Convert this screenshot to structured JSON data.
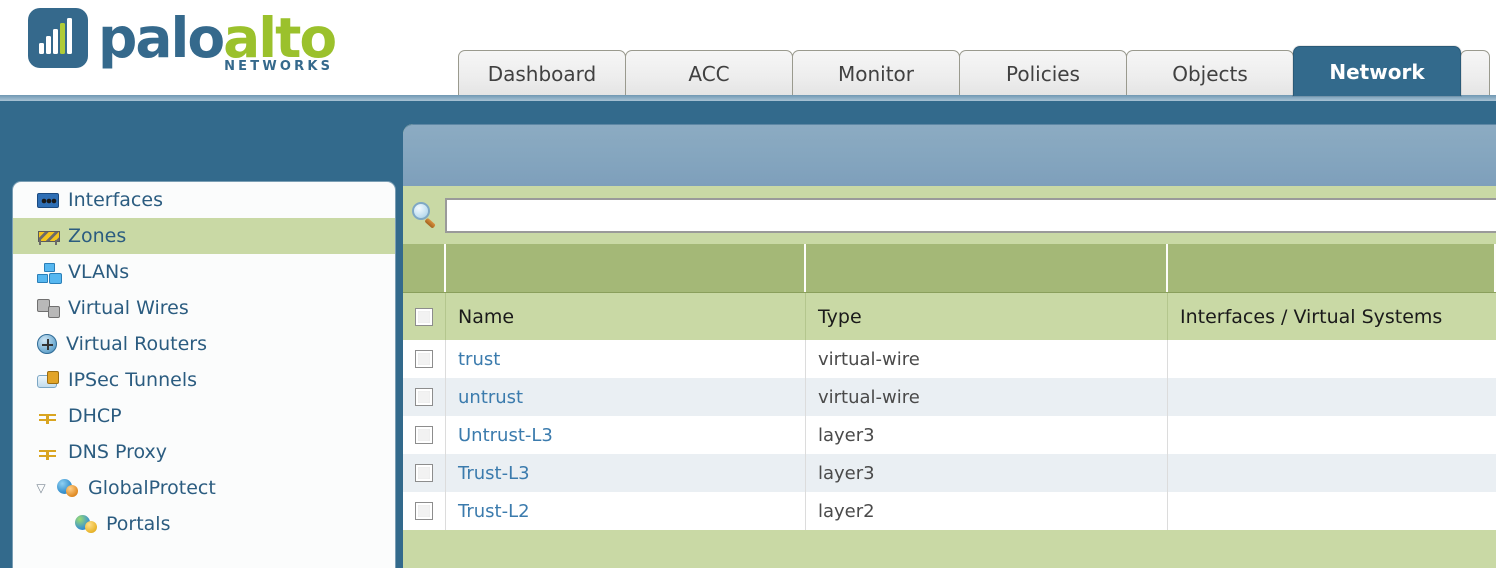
{
  "brand": {
    "name_part1": "palo",
    "name_part2": "alto",
    "tagline": "NETWORKS",
    "logo_icon": "bar-chart-logo-icon",
    "accent_blue": "#35698C",
    "accent_green": "#9BC12C"
  },
  "tabs": [
    {
      "label": "Dashboard",
      "active": false
    },
    {
      "label": "ACC",
      "active": false
    },
    {
      "label": "Monitor",
      "active": false
    },
    {
      "label": "Policies",
      "active": false
    },
    {
      "label": "Objects",
      "active": false
    },
    {
      "label": "Network",
      "active": true
    }
  ],
  "sidebar": {
    "items": [
      {
        "label": "Interfaces",
        "icon": "interfaces-icon",
        "selected": false,
        "child": false,
        "expandable": false
      },
      {
        "label": "Zones",
        "icon": "zones-icon",
        "selected": true,
        "child": false,
        "expandable": false
      },
      {
        "label": "VLANs",
        "icon": "vlans-icon",
        "selected": false,
        "child": false,
        "expandable": false
      },
      {
        "label": "Virtual Wires",
        "icon": "virtual-wires-icon",
        "selected": false,
        "child": false,
        "expandable": false
      },
      {
        "label": "Virtual Routers",
        "icon": "virtual-routers-icon",
        "selected": false,
        "child": false,
        "expandable": false
      },
      {
        "label": "IPSec Tunnels",
        "icon": "ipsec-tunnels-icon",
        "selected": false,
        "child": false,
        "expandable": false
      },
      {
        "label": "DHCP",
        "icon": "dhcp-icon",
        "selected": false,
        "child": false,
        "expandable": false
      },
      {
        "label": "DNS Proxy",
        "icon": "dns-proxy-icon",
        "selected": false,
        "child": false,
        "expandable": false
      },
      {
        "label": "GlobalProtect",
        "icon": "globalprotect-icon",
        "selected": false,
        "child": false,
        "expandable": true,
        "caret": "▽"
      },
      {
        "label": "Portals",
        "icon": "portal-icon",
        "selected": false,
        "child": true,
        "expandable": false
      }
    ]
  },
  "search": {
    "icon": "search-icon",
    "value": "",
    "placeholder": ""
  },
  "table": {
    "columns": [
      "Name",
      "Type",
      "Interfaces / Virtual Systems"
    ],
    "select_all_checkbox": "unchecked",
    "rows": [
      {
        "name": "trust",
        "type": "virtual-wire",
        "interfaces": ""
      },
      {
        "name": "untrust",
        "type": "virtual-wire",
        "interfaces": ""
      },
      {
        "name": "Untrust-L3",
        "type": "layer3",
        "interfaces": ""
      },
      {
        "name": "Trust-L3",
        "type": "layer3",
        "interfaces": ""
      },
      {
        "name": "Trust-L2",
        "type": "layer2",
        "interfaces": ""
      }
    ]
  },
  "colors": {
    "page_background": "#336A8C",
    "panel_header": "#82A3BC",
    "table_band": "#A4B877",
    "table_header": "#C9D9A5",
    "row_alt": "#EAEFF3",
    "link_text": "#3B7BAD",
    "active_tab": "#336A8C"
  }
}
